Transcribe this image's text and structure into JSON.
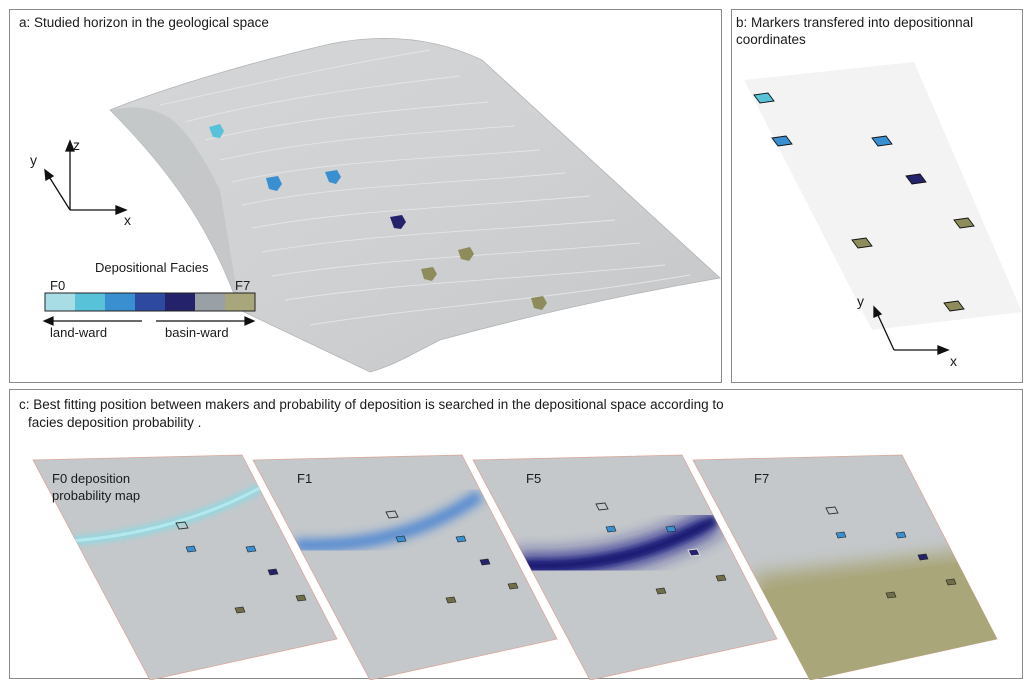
{
  "panel_a": {
    "title": "a: Studied horizon in the geological space",
    "axes": {
      "x": "x",
      "y": "y",
      "z": "z"
    },
    "legend": {
      "title": "Depositional Facies",
      "start_label": "F0",
      "end_label": "F7",
      "left_arrow_label": "land-ward",
      "right_arrow_label": "basin-ward",
      "colors": [
        "#a9dde6",
        "#57c2d8",
        "#3a8fd0",
        "#2e4aa0",
        "#23226a",
        "#9aa1a6",
        "#a8a67b"
      ]
    }
  },
  "panel_b": {
    "title_line1": "b: Markers transfered into depositionnal",
    "title_line2": "coordinates",
    "axes": {
      "x": "x",
      "y": "y"
    }
  },
  "panel_c": {
    "title_line1": "c: Best fitting position between makers and probability of deposition is searched in the depositional space according to",
    "title_line2": "facies deposition probability   .",
    "maps": [
      {
        "label_line1": "F0 deposition",
        "label_line2": "probability map"
      },
      {
        "label_line1": "F1",
        "label_line2": ""
      },
      {
        "label_line1": "F5",
        "label_line2": ""
      },
      {
        "label_line1": "F7",
        "label_line2": ""
      }
    ]
  }
}
